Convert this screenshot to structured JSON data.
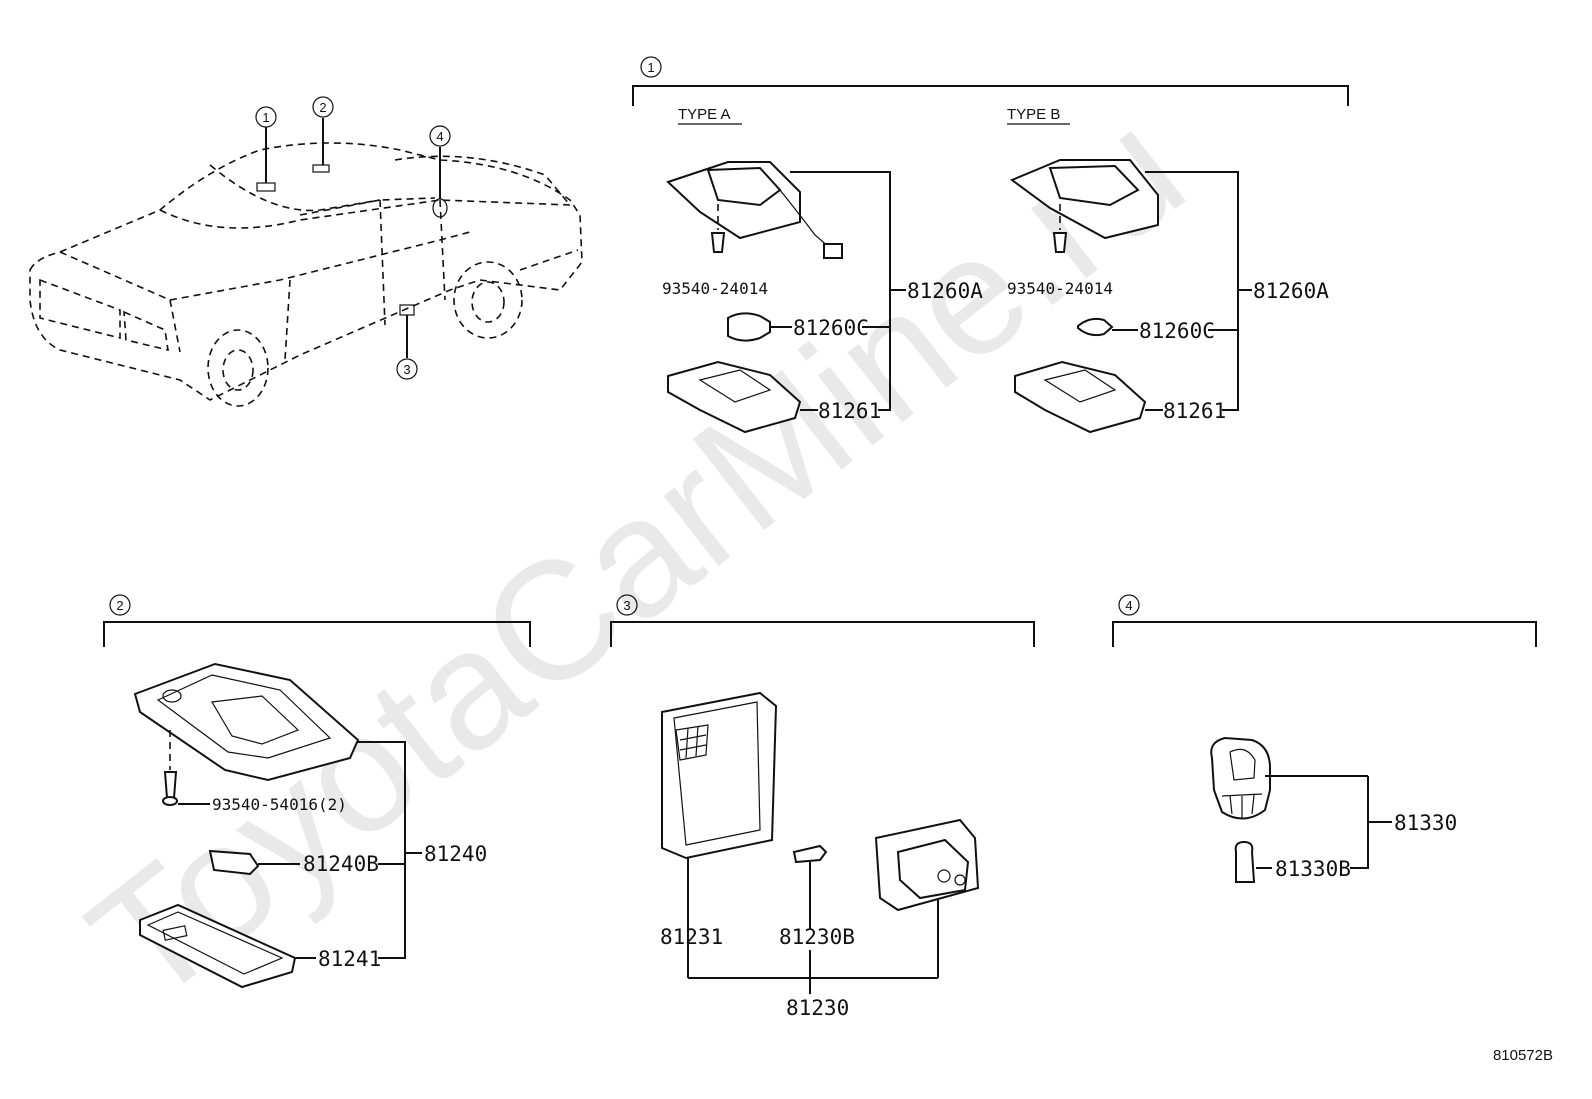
{
  "watermark": "ToyotaCarMine.ru",
  "diagram_code": "810572B",
  "vehicle_callouts": [
    "1",
    "2",
    "3",
    "4"
  ],
  "group1": {
    "number": "1",
    "type_a": {
      "title": "TYPE A",
      "screw": "93540-24014",
      "assembly": "81260A",
      "bulb": "81260C",
      "lens": "81261"
    },
    "type_b": {
      "title": "TYPE B",
      "screw": "93540-24014",
      "assembly": "81260A",
      "bulb": "81260C",
      "lens": "81261"
    }
  },
  "group2": {
    "number": "2",
    "screw": "93540-54016(2)",
    "assembly": "81240",
    "bulb": "81240B",
    "lens": "81241"
  },
  "group3": {
    "number": "3",
    "lens": "81231",
    "bulb": "81230B",
    "assembly": "81230"
  },
  "group4": {
    "number": "4",
    "assembly": "81330",
    "bulb": "81330B"
  }
}
